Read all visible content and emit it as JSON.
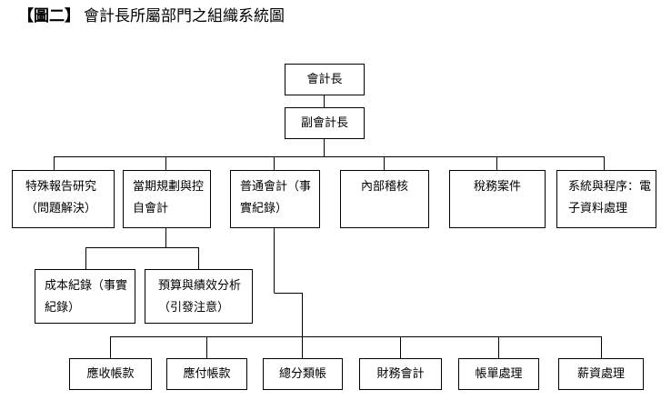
{
  "title": {
    "tag": "【圖二】",
    "text": "會計長所屬部門之組織系統圖"
  },
  "nodes": {
    "chief": "會計長",
    "deputy": "副會計長",
    "special_report": "特殊報告研究（問題解決）",
    "planning_control": "當期規劃與控自會計",
    "general_accounting": "普通會計（事實紀錄）",
    "internal_audit": "內部稽核",
    "tax": "稅務案件",
    "systems": "系統與程序：電子資料處理",
    "cost_records": "成本紀錄（事實紀錄）",
    "budget_analysis": "預算與績效分析（引發注意）",
    "receivables": "應收帳款",
    "payables": "應付帳款",
    "general_ledger": "總分類帳",
    "financial_accounting": "財務會計",
    "billing": "帳單處理",
    "payroll": "薪資處理"
  }
}
